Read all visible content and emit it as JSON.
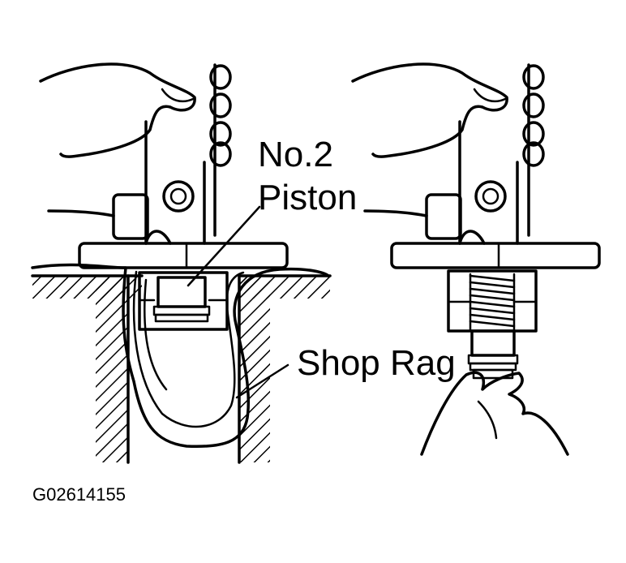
{
  "labels": {
    "piston": [
      "No.2",
      "Piston"
    ],
    "shop_rag": "Shop Rag",
    "figure_code": "G02614155"
  }
}
